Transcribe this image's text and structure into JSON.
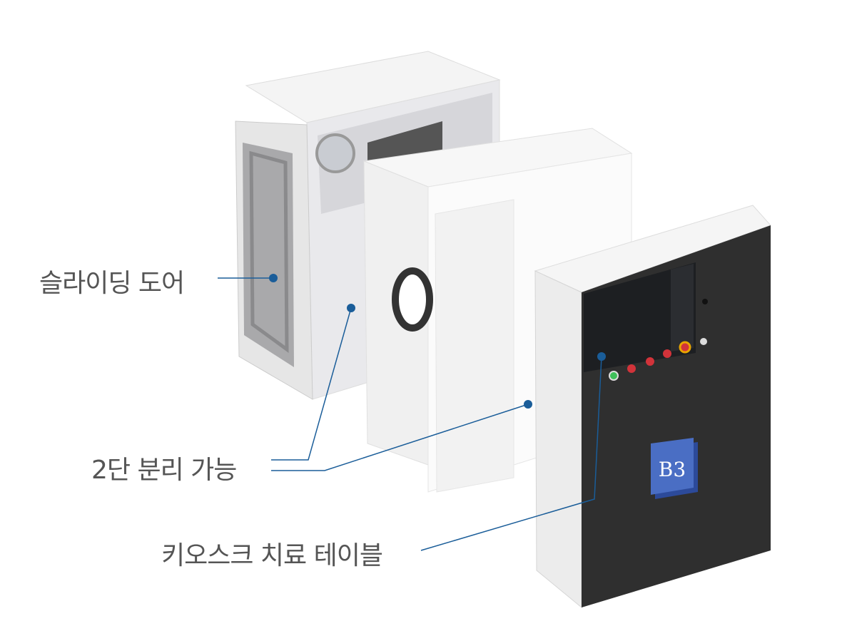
{
  "labels": {
    "sliding_door": "슬라이딩 도어",
    "two_stage": "2단 분리 가능",
    "kiosk": "키오스크 치료 테이블"
  },
  "logo": {
    "text": "B3",
    "color": "#3a5bb0"
  },
  "colors": {
    "leader": "#1a5d99",
    "text": "#555555",
    "panel": "#2f2f2f"
  }
}
